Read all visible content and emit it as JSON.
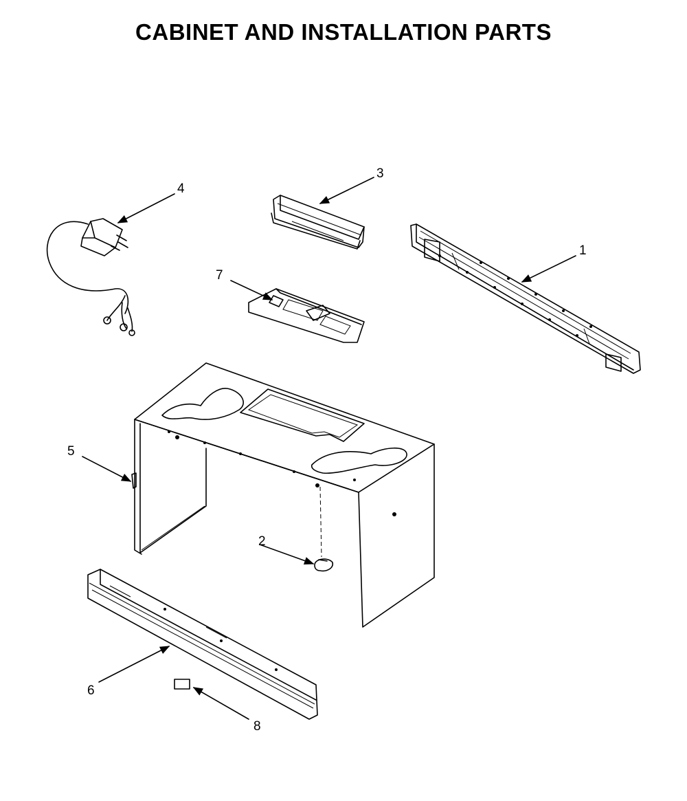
{
  "title": "CABINET AND INSTALLATION PARTS",
  "callouts": [
    {
      "id": "callout-1",
      "label": "1"
    },
    {
      "id": "callout-2",
      "label": "2"
    },
    {
      "id": "callout-3",
      "label": "3"
    },
    {
      "id": "callout-4",
      "label": "4"
    },
    {
      "id": "callout-5",
      "label": "5"
    },
    {
      "id": "callout-6",
      "label": "6"
    },
    {
      "id": "callout-7",
      "label": "7"
    },
    {
      "id": "callout-8",
      "label": "8"
    }
  ]
}
